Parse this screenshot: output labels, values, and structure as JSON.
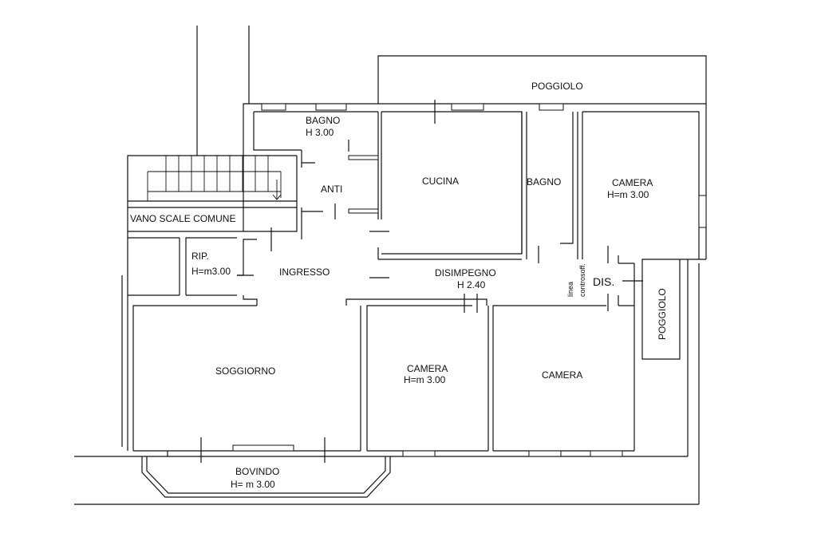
{
  "rooms": {
    "poggiolo_top": "POGGIOLO",
    "bagno_small": "BAGNO",
    "bagno_small_h": "H 3.00",
    "anti": "ANTI",
    "cucina": "CUCINA",
    "bagno": "BAGNO",
    "camera_ne": "CAMERA",
    "camera_ne_h": "H=m 3.00",
    "vano_scale": "VANO SCALE COMUNE",
    "rip": "RIP.",
    "rip_h": "H=m3.00",
    "ingresso": "INGRESSO",
    "disimpegno": "DISIMPEGNO",
    "disimpegno_h": "H 2.40",
    "linea": "linea",
    "controsoff": "controsoff.",
    "dis": "DIS.",
    "poggiolo_side": "POGGIOLO",
    "soggiorno": "SOGGIORNO",
    "camera_mid": "CAMERA",
    "camera_mid_h": "H=m 3.00",
    "camera_se": "CAMERA",
    "bovindo": "BOVINDO",
    "bovindo_h": "H= m 3.00"
  }
}
